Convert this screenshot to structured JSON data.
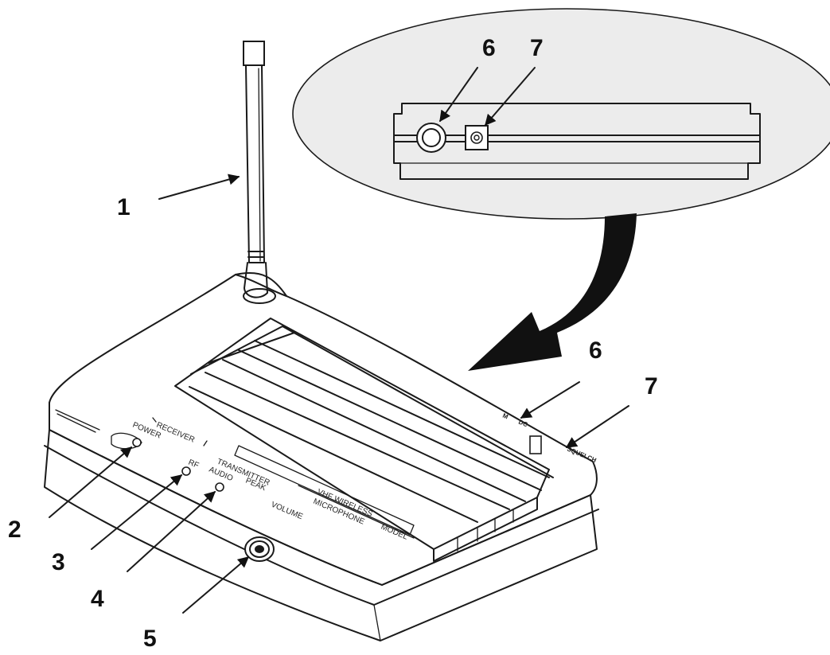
{
  "callouts": {
    "c1": "1",
    "c2": "2",
    "c3": "3",
    "c4": "4",
    "c5": "5",
    "c6_detail": "6",
    "c7_detail": "7",
    "c6_body": "6",
    "c7_body": "7"
  },
  "panel": {
    "receiver": "RECEIVER",
    "power": "POWER",
    "rf": "RF",
    "transmitter": "TRANSMITTER",
    "audio": "AUDIO",
    "peak": "PEAK",
    "volume": "VOLUME",
    "brand_line1": "VHF WIRELESS",
    "brand_line2": "MICROPHONE",
    "model": "MODEL",
    "jack_label": "M",
    "dc_label": "DC",
    "side_label": "SQUELCH"
  },
  "colors": {
    "ink": "#1a1a1a",
    "detail_fill": "#ececec",
    "body_fill": "#ffffff",
    "arrow_fill": "#111111"
  },
  "icons": {
    "big_arrow": "curved-arrow-icon",
    "antenna": "antenna-icon",
    "jack": "audio-jack-icon",
    "dc_socket": "dc-socket-icon",
    "knob": "volume-knob-icon",
    "led": "led-indicator-icon"
  }
}
